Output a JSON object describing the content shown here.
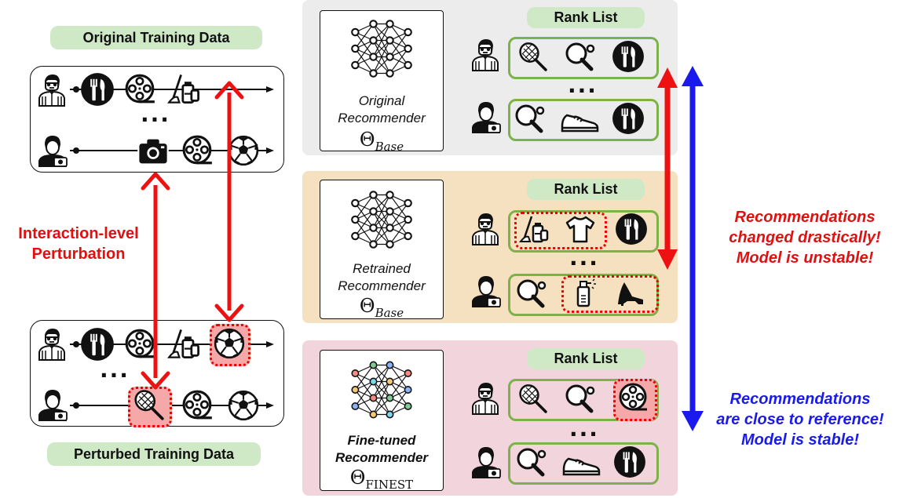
{
  "left": {
    "original_title": "Original Training Data",
    "perturbed_title": "Perturbed Training Data",
    "perturbation_label_line1": "Interaction-level",
    "perturbation_label_line2": "Perturbation",
    "ellipsis": "...",
    "original_rows": [
      {
        "user": "man-icon",
        "items": [
          "fork-knife-icon",
          "film-reel-icon",
          "cleaning-icon"
        ]
      },
      {
        "user": "photographer-icon",
        "items": [
          "camera-icon",
          "film-reel-icon",
          "soccer-ball-icon"
        ]
      }
    ],
    "perturbed_rows": [
      {
        "user": "man-icon",
        "items": [
          "fork-knife-icon",
          "film-reel-icon",
          "cleaning-icon",
          "soccer-ball-icon"
        ]
      },
      {
        "user": "photographer-icon",
        "items": [
          "tennis-racket-icon",
          "film-reel-icon",
          "soccer-ball-icon"
        ]
      }
    ]
  },
  "panels": [
    {
      "rank_title": "Rank List",
      "model_line1": "Original",
      "model_line2": "Recommender",
      "theta": "Θ",
      "theta_sub": "Base",
      "bg": "#ececec",
      "rows": [
        {
          "user": "man-icon",
          "items": [
            "tennis-racket-icon",
            "ping-pong-icon",
            "fork-knife-icon"
          ]
        },
        {
          "user": "photographer-icon",
          "items": [
            "ping-pong-icon",
            "sneaker-icon",
            "fork-knife-icon"
          ]
        }
      ]
    },
    {
      "rank_title": "Rank List",
      "model_line1": "Retrained",
      "model_line2": "Recommender",
      "theta": "Θ",
      "theta_sub": "Base",
      "bg": "#f5e1bf",
      "rows": [
        {
          "user": "man-icon",
          "items": [
            "cleaning-icon",
            "tshirt-icon",
            "fork-knife-icon"
          ]
        },
        {
          "user": "photographer-icon",
          "items": [
            "ping-pong-icon",
            "spray-bottle-icon",
            "high-heel-icon"
          ]
        }
      ]
    },
    {
      "rank_title": "Rank List",
      "model_line1": "Fine-tuned",
      "model_line2": "Recommender",
      "theta": "Θ",
      "theta_sub": "FINEST",
      "bg": "#f2d4dc",
      "rows": [
        {
          "user": "man-icon",
          "items": [
            "tennis-racket-icon",
            "ping-pong-icon",
            "film-reel-icon"
          ]
        },
        {
          "user": "photographer-icon",
          "items": [
            "ping-pong-icon",
            "sneaker-icon",
            "fork-knife-icon"
          ]
        }
      ]
    }
  ],
  "notes": {
    "unstable_line1": "Recommendations",
    "unstable_line2": "changed drastically!",
    "unstable_line3": "Model is unstable!",
    "stable_line1": "Recommendations",
    "stable_line2": "are close to reference!",
    "stable_line3": "Model is stable!"
  },
  "colors": {
    "red_arrow": "#ee1111",
    "blue_arrow": "#1a1aee",
    "green_pill": "#cfe9c7",
    "green_border": "#7db24a",
    "unstable_text": "#e01010",
    "stable_text": "#1a1aee"
  }
}
